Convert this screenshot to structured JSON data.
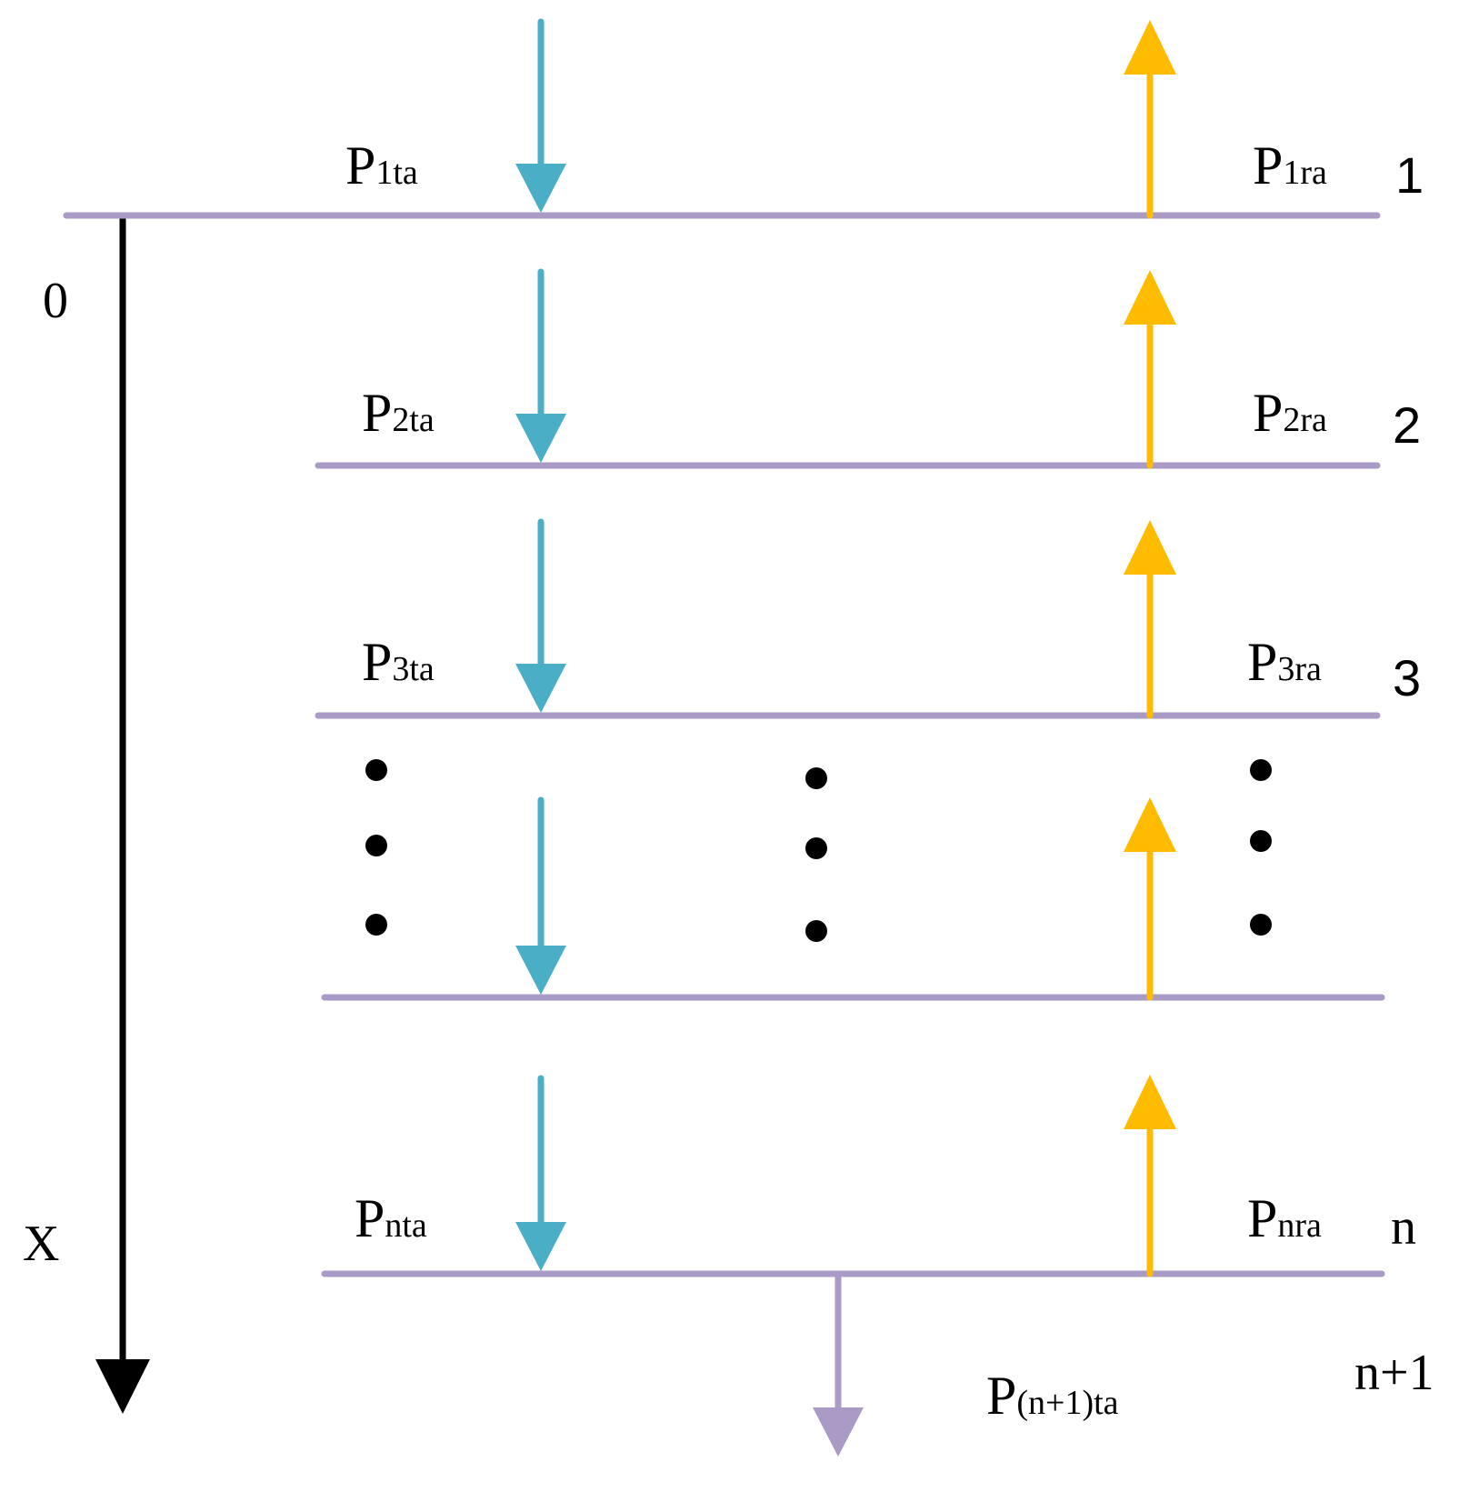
{
  "axis": {
    "origin": "0",
    "variable": "X"
  },
  "layers": [
    {
      "number": "1",
      "transmitted": {
        "main": "P",
        "sub": "1ta"
      },
      "reflected": {
        "main": "P",
        "sub": "1ra"
      }
    },
    {
      "number": "2",
      "transmitted": {
        "main": "P",
        "sub": "2ta"
      },
      "reflected": {
        "main": "P",
        "sub": "2ra"
      }
    },
    {
      "number": "3",
      "transmitted": {
        "main": "P",
        "sub": "3ta"
      },
      "reflected": {
        "main": "P",
        "sub": "3ra"
      }
    },
    {
      "number": "n",
      "transmitted": {
        "main": "P",
        "sub": "nta"
      },
      "reflected": {
        "main": "P",
        "sub": "nra"
      }
    },
    {
      "number": "n+1",
      "transmitted": {
        "main": "P",
        "sub": "(n+1)ta"
      }
    }
  ],
  "colors": {
    "interface": "#a99bc6",
    "incident": "#4aaec6",
    "reflected": "#ffbb00",
    "axis": "#000000",
    "ellipsis": "#000000"
  }
}
